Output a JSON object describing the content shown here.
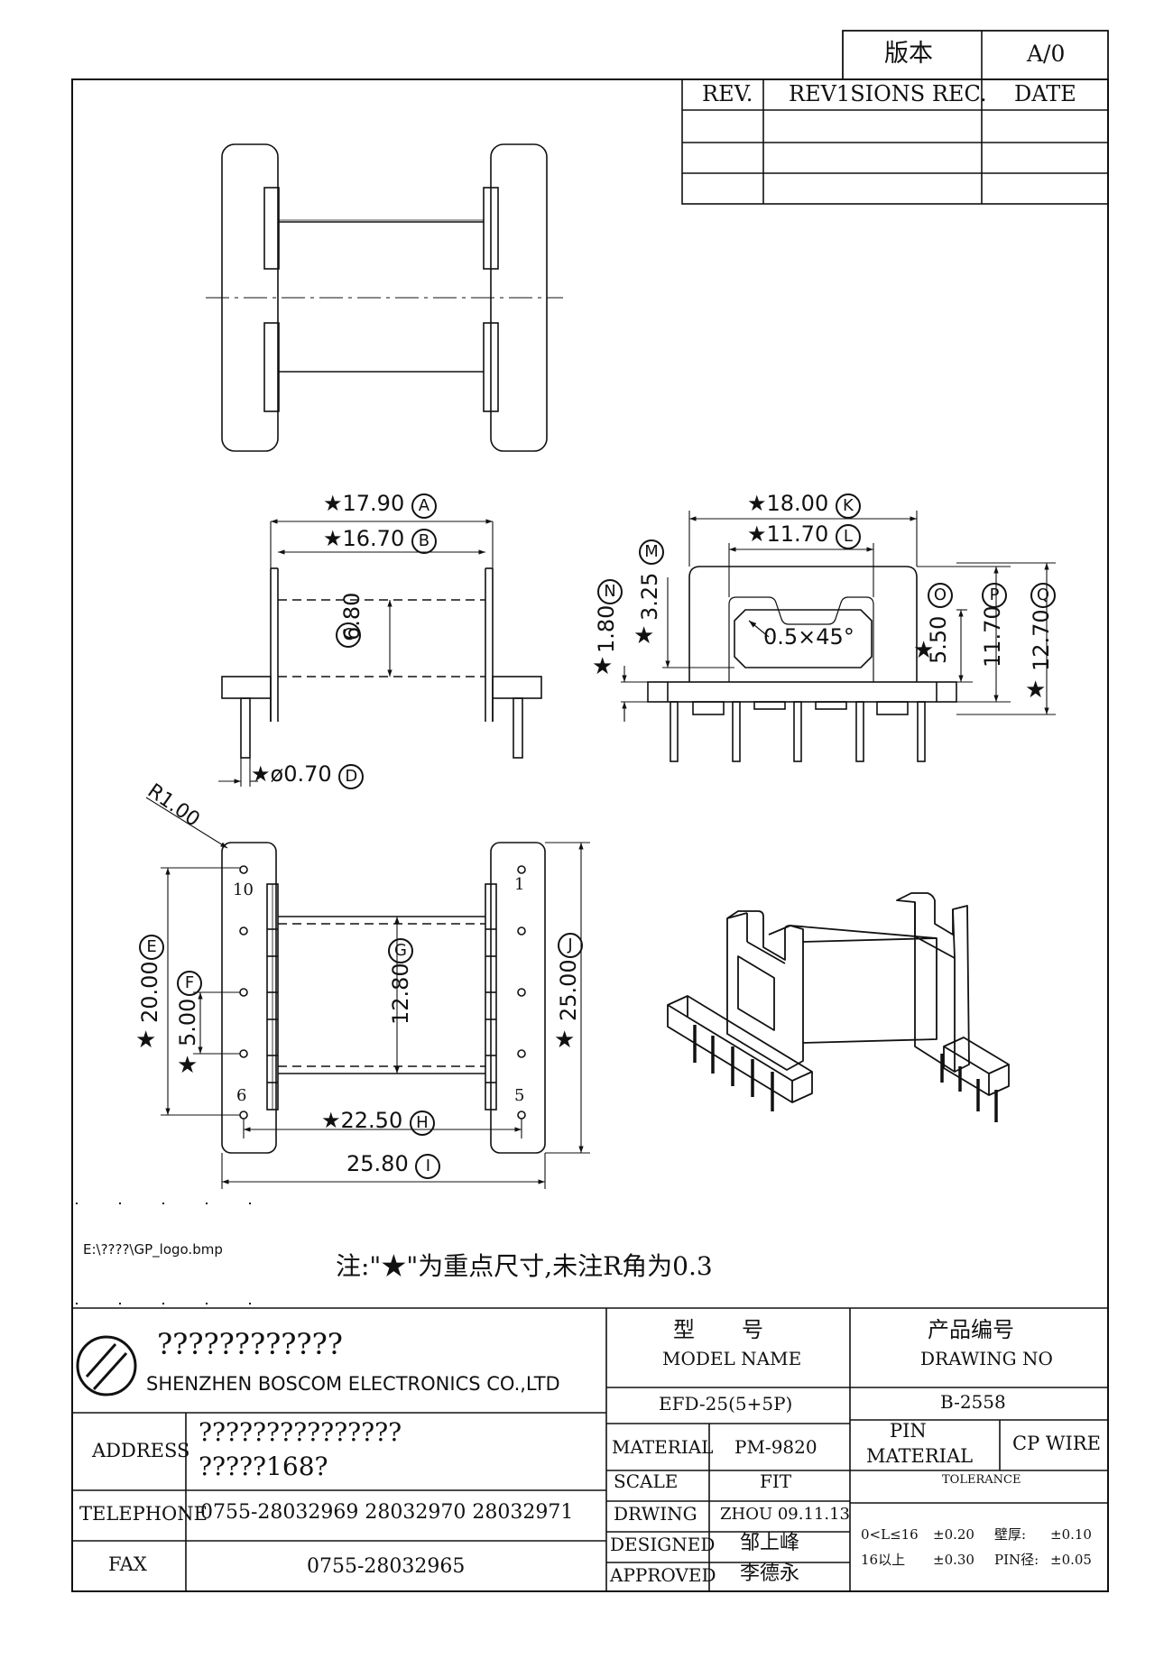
{
  "revision_block": {
    "version_label": "版本",
    "version_value": "A/0",
    "headers": [
      "REV.",
      "REV1SIONS REC.",
      "DATE"
    ]
  },
  "dimensions": {
    "A": {
      "value": "17.90",
      "letter": "A"
    },
    "B": {
      "value": "16.70",
      "letter": "B"
    },
    "C": {
      "value": "6.80",
      "letter": "C"
    },
    "D": {
      "value": "ø0.70",
      "letter": "D"
    },
    "E": {
      "value": "20.00",
      "letter": "E"
    },
    "F": {
      "value": "5.00",
      "letter": "F"
    },
    "G": {
      "value": "12.80",
      "letter": "G"
    },
    "H": {
      "value": "22.50",
      "letter": "H"
    },
    "I": {
      "value": "25.80",
      "letter": "I"
    },
    "J": {
      "value": "25.00",
      "letter": "J"
    },
    "K": {
      "value": "18.00",
      "letter": "K"
    },
    "L": {
      "value": "11.70",
      "letter": "L"
    },
    "M": {
      "value": "3.25",
      "letter": "M"
    },
    "N": {
      "value": "1.80",
      "letter": "N"
    },
    "O": {
      "value": "5.50",
      "letter": "O"
    },
    "P": {
      "value": "11.70",
      "letter": "P"
    },
    "Q": {
      "value": "12.70",
      "letter": "Q"
    },
    "radius": "R1.00",
    "chamfer": "0.5×45°",
    "star": "★"
  },
  "pins": {
    "n1": "1",
    "n5": "5",
    "n6": "6",
    "n10": "10"
  },
  "logo_path": "E:\\????\\GP_logo.bmp",
  "note": "注:\"★\"为重点尺寸,未注R角为0.3",
  "title_block": {
    "company_cn": "????????????",
    "company_en": "SHENZHEN BOSCOM ELECTRONICS CO.,LTD",
    "address_label": "ADDRESS",
    "address_line1": "???????????????",
    "address_line2": "?????168?",
    "telephone_label": "TELEPHONE",
    "telephone": "0755-28032969 28032970 28032971",
    "fax_label": "FAX",
    "fax": "0755-28032965",
    "model_label_cn_1": "型",
    "model_label_cn_2": "号",
    "model_label_en": "MODEL NAME",
    "model_value": "EFD-25(5+5P)",
    "drawing_label_cn": "产品编号",
    "drawing_label_en": "DRAWING NO",
    "drawing_value": "B-2558",
    "material_label": "MATERIAL",
    "material_value": "PM-9820",
    "scale_label": "SCALE",
    "scale_value": "FIT",
    "drwing_label": "DRWING",
    "drwing_value": "ZHOU 09.11.13",
    "designed_label": "DESIGNED",
    "designed_value": "邹上峰",
    "approved_label": "APPROVED",
    "approved_value": "李德永",
    "pin_label_1": "PIN",
    "pin_label_2": "MATERIAL",
    "pin_value": "CP WIRE",
    "tolerance_label": "TOLERANCE",
    "tol_row1_a": "0<L≤16",
    "tol_row1_b": "±0.20",
    "tol_row1_c": "壁厚:",
    "tol_row1_d": "±0.10",
    "tol_row2_a": "16以上",
    "tol_row2_b": "±0.30",
    "tol_row2_c": "PIN径:",
    "tol_row2_d": "±0.05"
  }
}
